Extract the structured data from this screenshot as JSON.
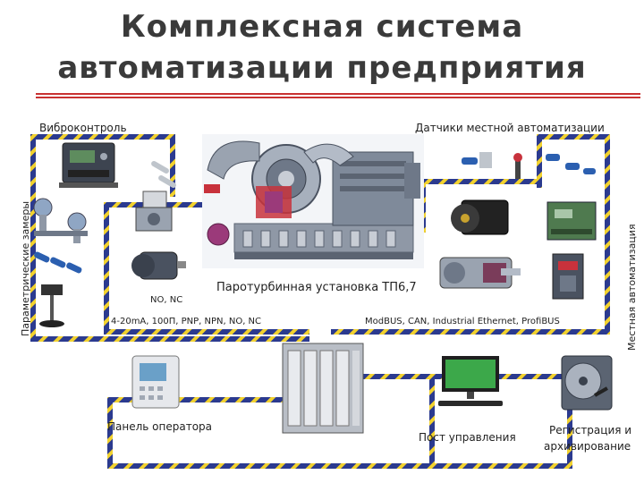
{
  "title": {
    "line1": "Комплексная система",
    "line2": "автоматизации предприятия"
  },
  "labels": {
    "vibro": "Виброконтроль",
    "sensors": "Датчики местной автоматизации",
    "param": "Параметрические замеры",
    "local_auto": "Местная автоматизация",
    "turbine": "Паротурбинная установка ТП6,7",
    "no_nc": "NO, NC",
    "signals": "4-20mA, 100П, PNP, NPN, NO, NC",
    "buses": "ModBUS, CAN, Industrial Ethernet, ProfiBUS",
    "operator_panel": "Панель оператора",
    "control_post": "Пост управления",
    "archive_line1": "Регистрация и",
    "archive_line2": "архивирование"
  },
  "colors": {
    "title_red_line": "#c83232",
    "wire_blue": "#2b3a8f",
    "wire_yellow": "#f2d22e",
    "machine_grey": "#8f98a6",
    "machine_dark": "#5b6472",
    "accent_magenta": "#9b3a7a",
    "accent_red": "#c8323c"
  },
  "icons": [
    "vibration-controller-icon",
    "temperature-sensor-icon",
    "pressure-transmitter-icon",
    "proximity-sensor-icon",
    "gas-valve-icon",
    "electric-motor-icon",
    "thermometer-probe-icon",
    "servo-motor-icon",
    "plc-relay-icon",
    "frequency-drive-icon",
    "gear-motor-icon",
    "plc-rack-icon",
    "operator-panel-icon",
    "pc-monitor-icon",
    "hard-disk-icon",
    "steam-turbine-icon"
  ]
}
